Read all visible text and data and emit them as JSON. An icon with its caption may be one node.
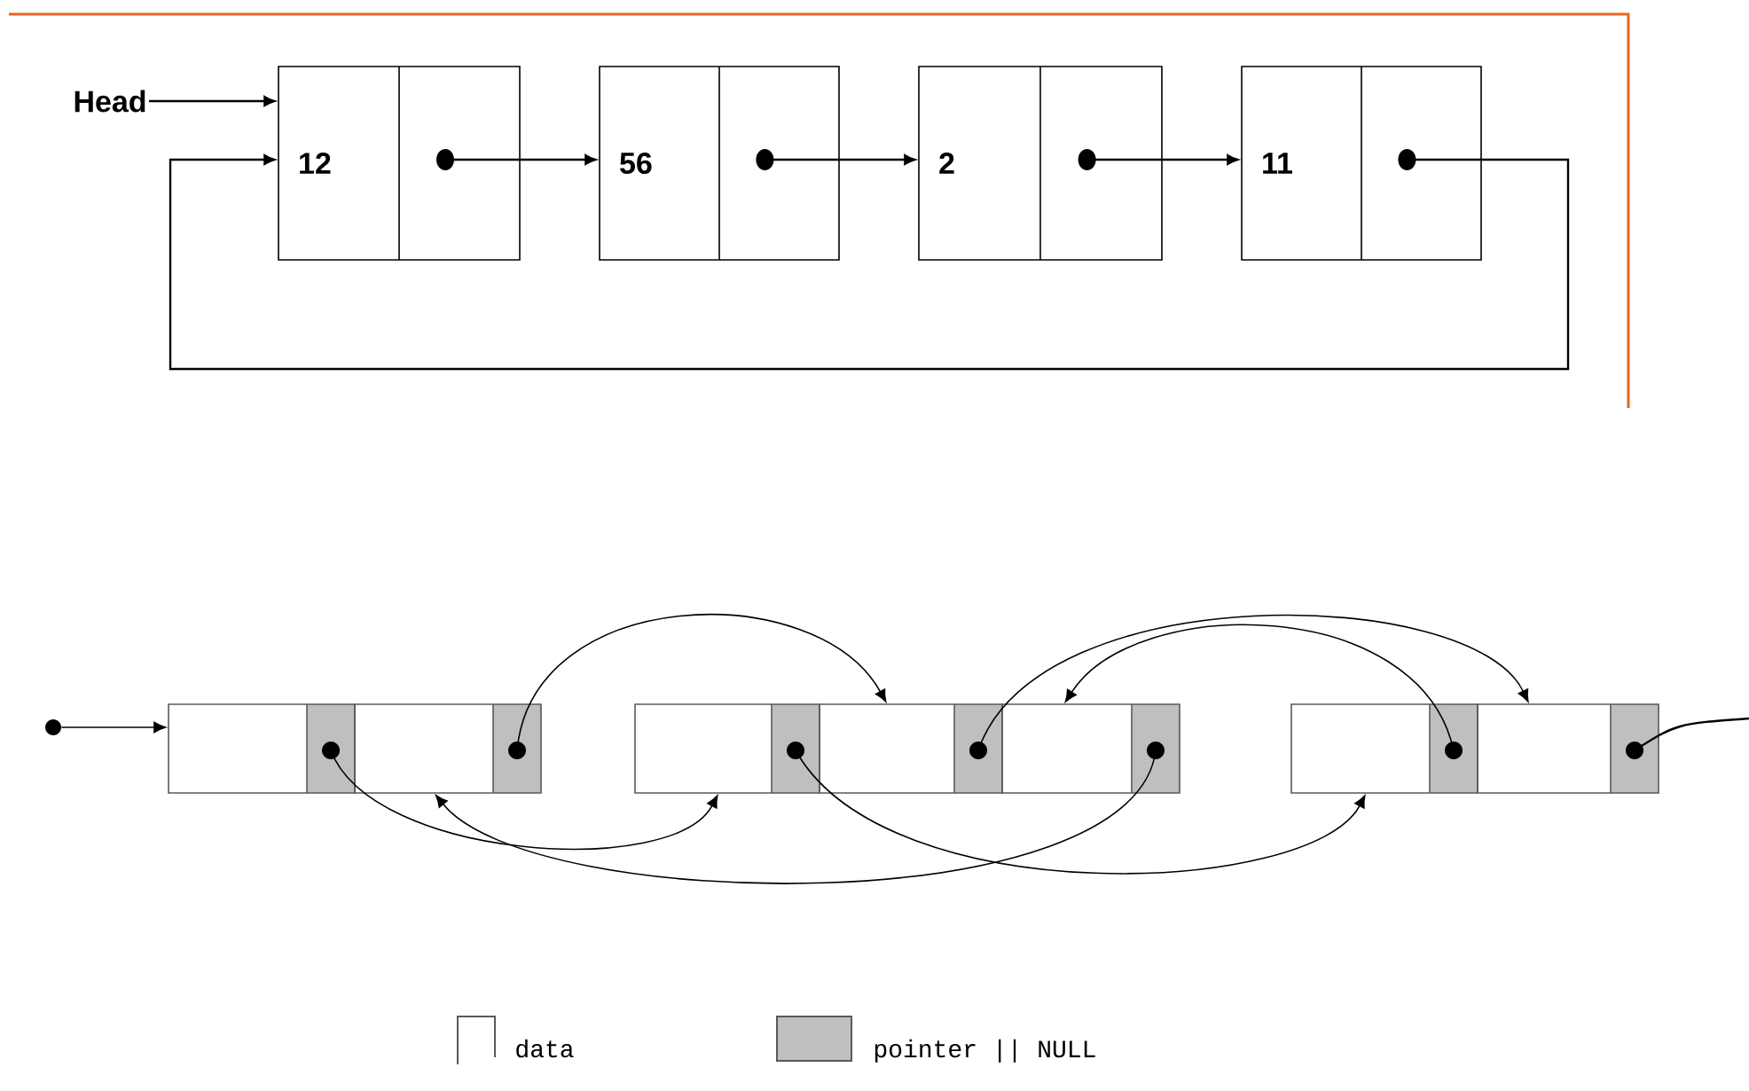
{
  "diagram": {
    "nodes": [
      {
        "text": [
          "Head"
        ]
      },
      {
        "text": [
          "12"
        ]
      },
      {
        "text": [
          "56"
        ]
      },
      {
        "text": [
          "2"
        ]
      },
      {
        "text": [
          "11"
        ]
      },
      {
        "text": [],
        "shape": "circle"
      },
      {
        "text": [],
        "shape": "box"
      },
      {
        "text": [],
        "shape": "box"
      },
      {
        "text": [],
        "shape": "box"
      },
      {
        "text": [],
        "shape": "box"
      },
      {
        "text": [],
        "shape": "box"
      },
      {
        "text": [],
        "shape": "box"
      },
      {
        "text": [],
        "shape": "box"
      }
    ],
    "edges": [
      {
        "from": 0,
        "to": 1,
        "arrow": "to"
      },
      {
        "from": 1,
        "to": 2,
        "arrow": "to"
      },
      {
        "from": 2,
        "to": 3,
        "arrow": "to"
      },
      {
        "from": 3,
        "to": 4,
        "arrow": "to"
      },
      {
        "from": 4,
        "to": 1,
        "arrow": "to"
      },
      {
        "from": 5,
        "to": 6,
        "arrow": "to"
      },
      {
        "from": 6,
        "to": 8,
        "arrow": "to"
      },
      {
        "from": 7,
        "to": 9,
        "arrow": "to"
      },
      {
        "from": 8,
        "to": 11,
        "arrow": "to"
      },
      {
        "from": 9,
        "to": 12,
        "arrow": "to"
      },
      {
        "from": 10,
        "to": 7,
        "arrow": "to"
      },
      {
        "from": 11,
        "to": 10,
        "arrow": "to"
      },
      {
        "from": 12,
        "to": null,
        "arrow": "none"
      }
    ],
    "legend": [
      {
        "text": "data"
      },
      {
        "text": "pointer || NULL",
        "color": "#c0c0c0"
      }
    ]
  }
}
